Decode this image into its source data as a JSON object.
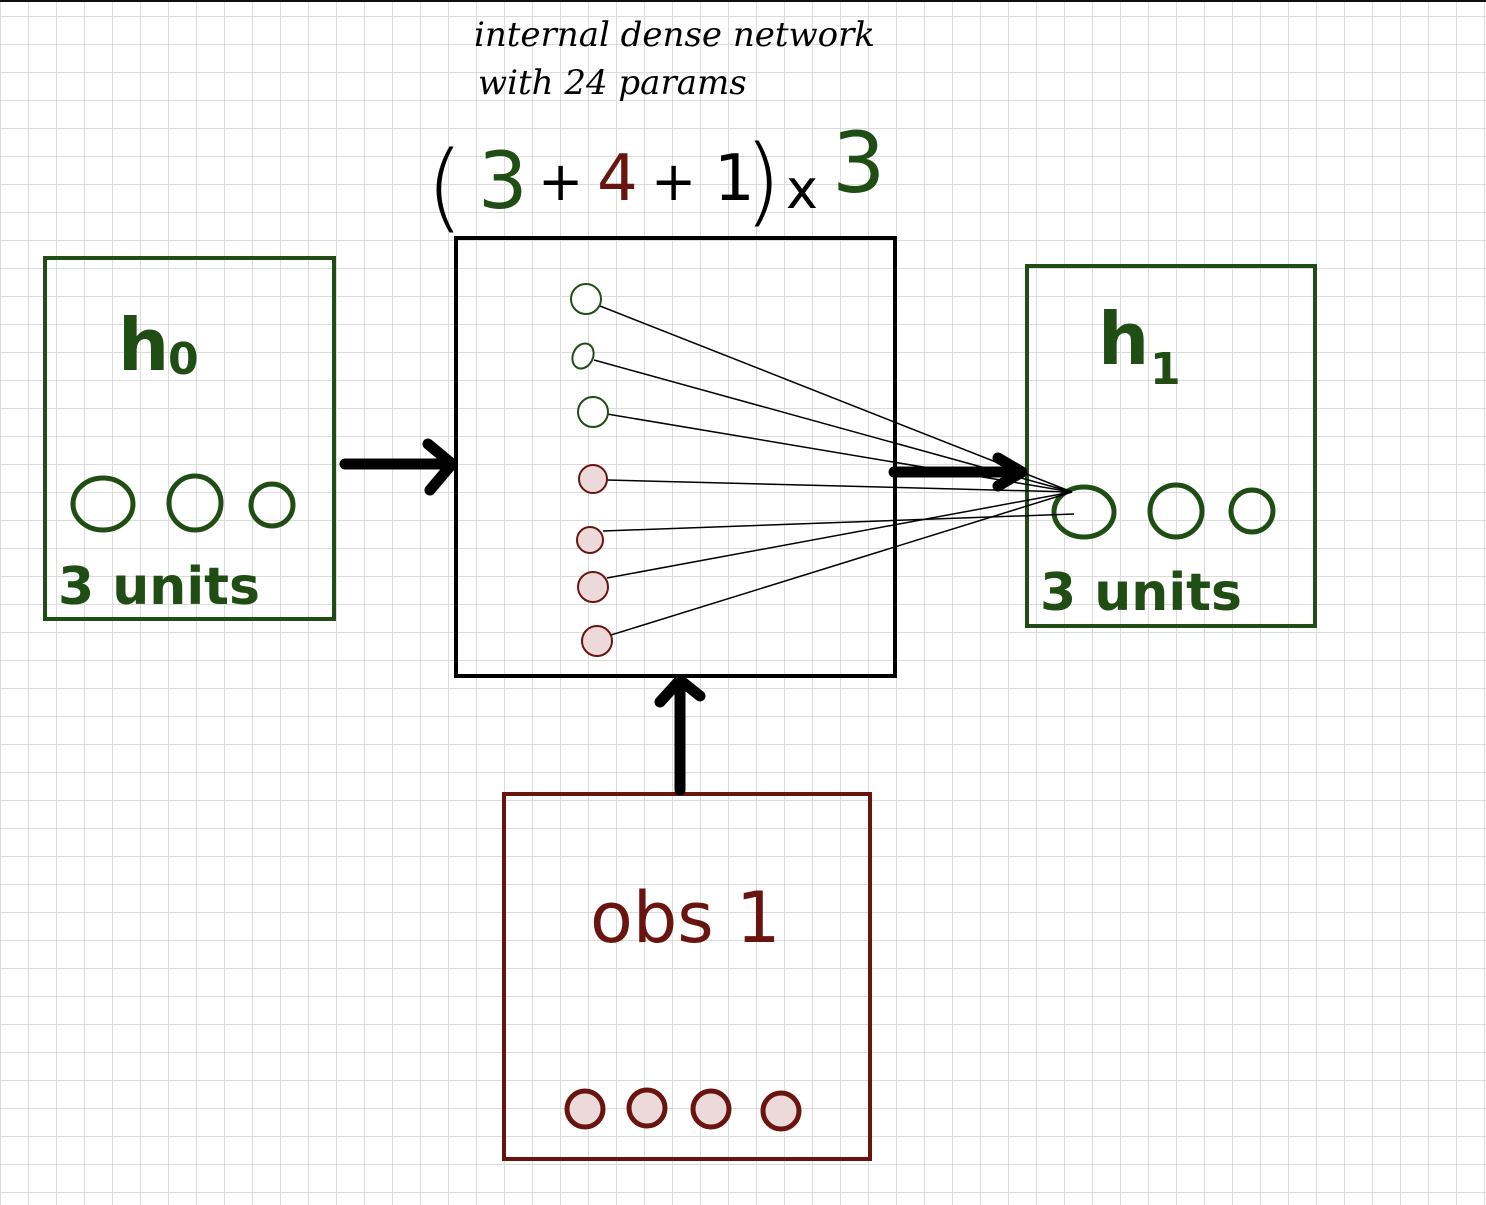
{
  "annotation": {
    "line1": "internal dense network",
    "line2": "with 24 params"
  },
  "formula": {
    "open_paren": "(",
    "term_a": "3",
    "plus1": "+",
    "term_b": "4",
    "plus2": "+",
    "term_c": "1",
    "close_paren": ")",
    "times": "x",
    "multiplier": "3"
  },
  "h0": {
    "label": "h",
    "subscript": "0",
    "units_label": "3 units"
  },
  "h1": {
    "label": "h",
    "subscript": "1",
    "units_label": "3 units"
  },
  "obs": {
    "label": "obs 1"
  },
  "colors": {
    "green": "#1f4d14",
    "red": "#6a140f",
    "black": "#000000",
    "neuron_fill_red": "#ecdada",
    "grid": "#dcdcdc"
  }
}
